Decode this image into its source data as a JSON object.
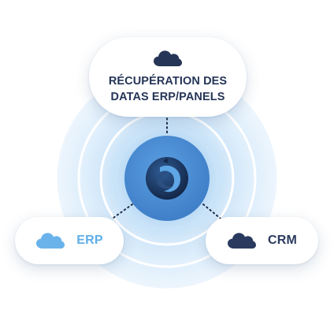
{
  "diagram": {
    "center": {
      "icon": "logo-swirl-icon"
    },
    "nodes": {
      "top": {
        "icon": "cloud-icon",
        "title": "RÉCUPÉRATION DES\nDATAS ERP/PANELS"
      },
      "left": {
        "icon": "cloud-icon",
        "label": "ERP"
      },
      "right": {
        "icon": "cloud-icon",
        "label": "CRM"
      }
    },
    "colors": {
      "navy": "#253557",
      "light_blue": "#5faee8",
      "ring_blue": "#cfe6fa",
      "hub_blue": "#4c8fd6",
      "hub_dark": "#1e3a66"
    }
  }
}
